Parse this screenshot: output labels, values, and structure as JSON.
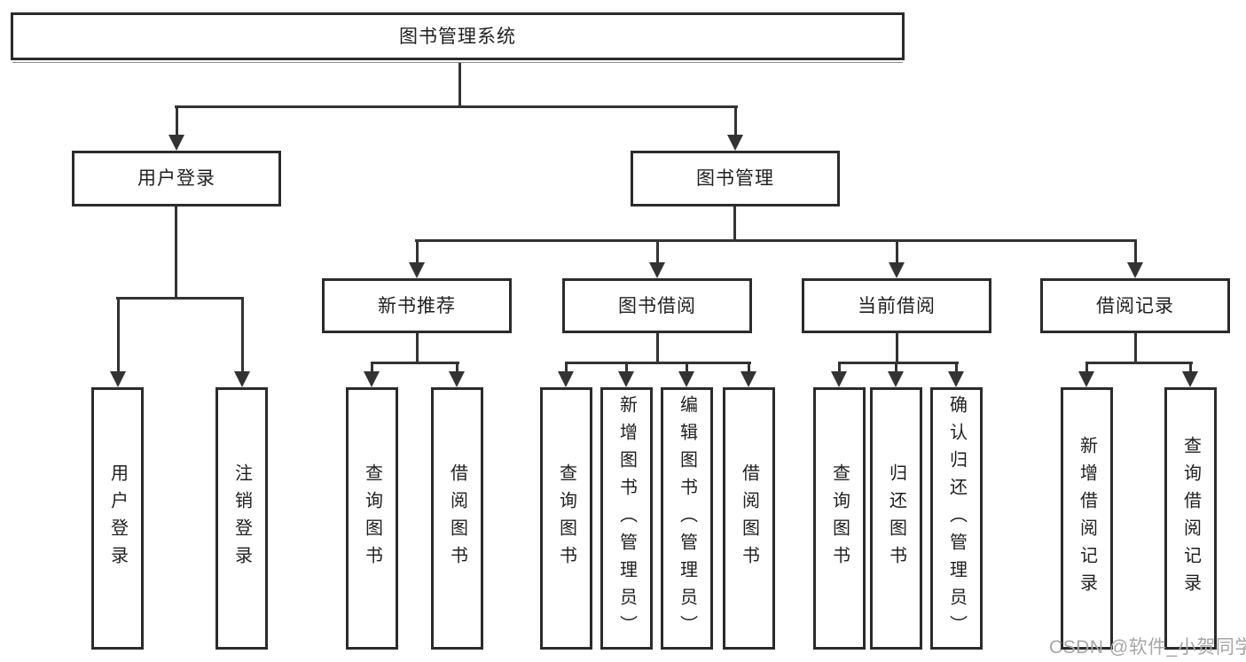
{
  "diagram": {
    "title": "图书管理系统",
    "colors": {
      "line": "#333333",
      "box_border": "#2b2b2b",
      "text": "#1f1f1f",
      "background": "#ffffff",
      "watermark": "#a6a6a6"
    },
    "nodes": {
      "root": {
        "label": "图书管理系统"
      },
      "level2": [
        {
          "label": "用户登录"
        },
        {
          "label": "图书管理"
        }
      ],
      "level3": [
        {
          "label": "新书推荐"
        },
        {
          "label": "图书借阅"
        },
        {
          "label": "当前借阅"
        },
        {
          "label": "借阅记录"
        }
      ],
      "leaves": {
        "login": [
          {
            "label": "用户登录"
          },
          {
            "label": "注销登录"
          }
        ],
        "recommend": [
          {
            "label": "查询图书"
          },
          {
            "label": "借阅图书"
          }
        ],
        "borrow": [
          {
            "label": "查询图书"
          },
          {
            "label": "新增图书（管理员）"
          },
          {
            "label": "编辑图书（管理员）"
          },
          {
            "label": "借阅图书"
          }
        ],
        "current": [
          {
            "label": "查询图书"
          },
          {
            "label": "归还图书"
          },
          {
            "label": "确认归还（管理员）"
          }
        ],
        "records": [
          {
            "label": "新增借阅记录"
          },
          {
            "label": "查询借阅记录"
          }
        ]
      }
    },
    "watermark": {
      "text": "CSDN @软件_小贺同学"
    }
  }
}
